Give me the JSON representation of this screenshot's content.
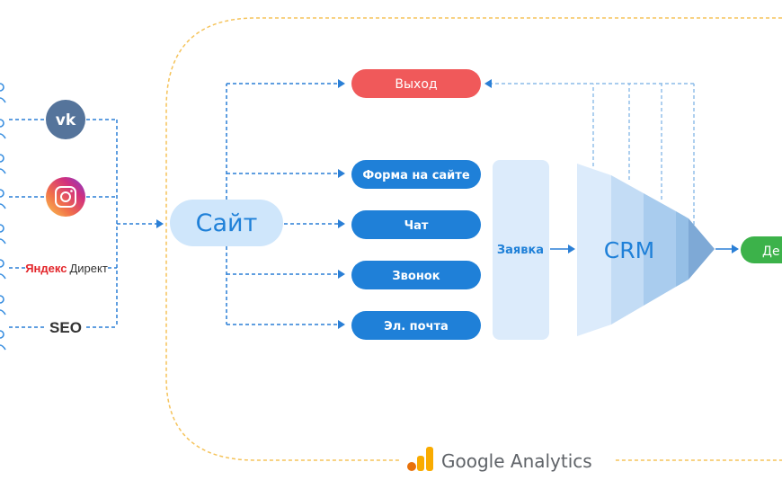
{
  "sources": {
    "vk": "vk-icon",
    "instagram": "instagram-icon",
    "yandex_part1": "Яндекс",
    "yandex_part2": "Директ",
    "seo": "SEO"
  },
  "site": {
    "label": "Сайт"
  },
  "exit": {
    "label": "Выход"
  },
  "channels": [
    {
      "label": "Форма на сайте"
    },
    {
      "label": "Чат"
    },
    {
      "label": "Звонок"
    },
    {
      "label": "Эл. почта"
    }
  ],
  "request": {
    "label": "Заявка"
  },
  "crm": {
    "label": "CRM"
  },
  "deal": {
    "label": "Де"
  },
  "footer": {
    "analytics_label": "Google Analytics"
  },
  "colors": {
    "dash_blue": "#2a7fd6",
    "exit_red": "#f0595a",
    "channel_blue": "#1f80d8",
    "site_fill": "#cfe6fb",
    "crm_light": "#dcebfb",
    "deal_green": "#3cb24a",
    "boundary_orange": "#f5c35a",
    "person_blue": "#3a8fe0",
    "vk_bg": "#55749b"
  }
}
